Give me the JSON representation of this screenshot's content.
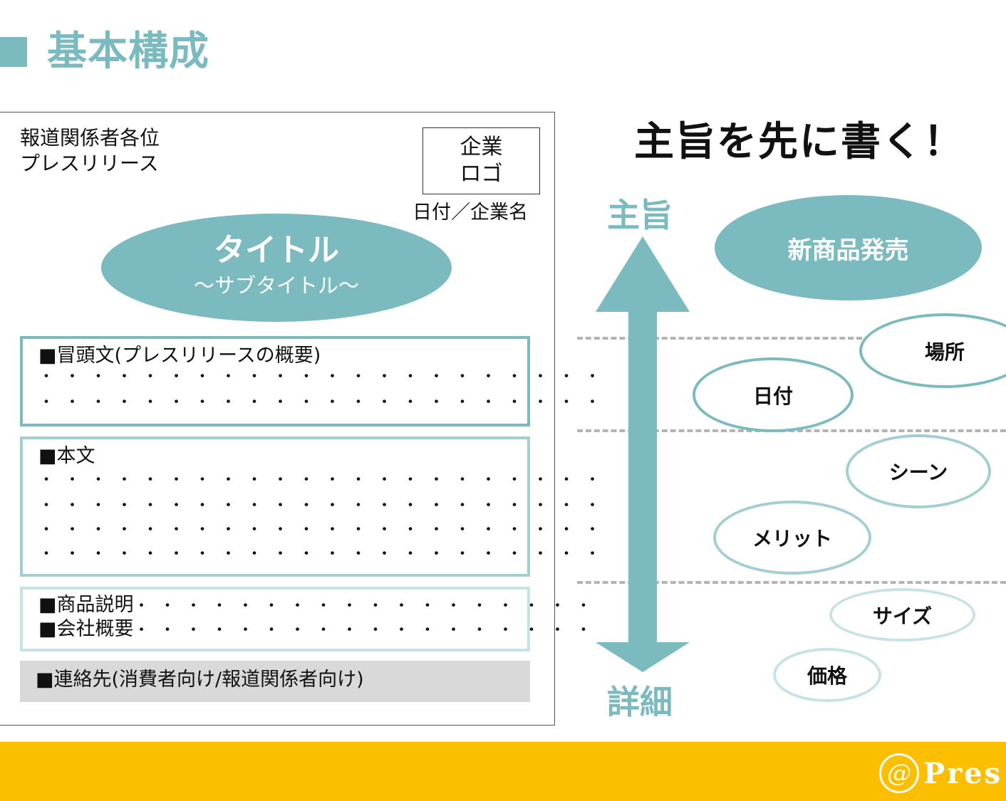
{
  "page": {
    "title": "基本構成"
  },
  "document": {
    "recipient_line1": "報道関係者各位",
    "recipient_line2": "プレスリリース",
    "logo_line1": "企業",
    "logo_line2": "ロゴ",
    "date_company": "日付／企業名",
    "title": "タイトル",
    "subtitle": "～サブタイトル～",
    "sections": {
      "lead": "■冒頭文(プレスリリースの概要)",
      "body": "■本文",
      "product": "■商品説明",
      "company": "■会社概要",
      "contact": "■連絡先(消費者向け/報道関係者向け)"
    }
  },
  "diagram": {
    "heading": "主旨を先に書く！",
    "top_label": "主旨",
    "bottom_label": "詳細",
    "items": {
      "main": "新商品発売",
      "place": "場所",
      "date": "日付",
      "scene": "シーン",
      "merit": "メリット",
      "size": "サイズ",
      "price": "価格"
    },
    "colors": {
      "accent": "#7bbbc0",
      "mid": "#a3cfd3",
      "light": "#c7e3e5",
      "footer": "#fbbf00"
    }
  },
  "footer": {
    "logo_mark": "@",
    "logo_text": "Pres"
  }
}
